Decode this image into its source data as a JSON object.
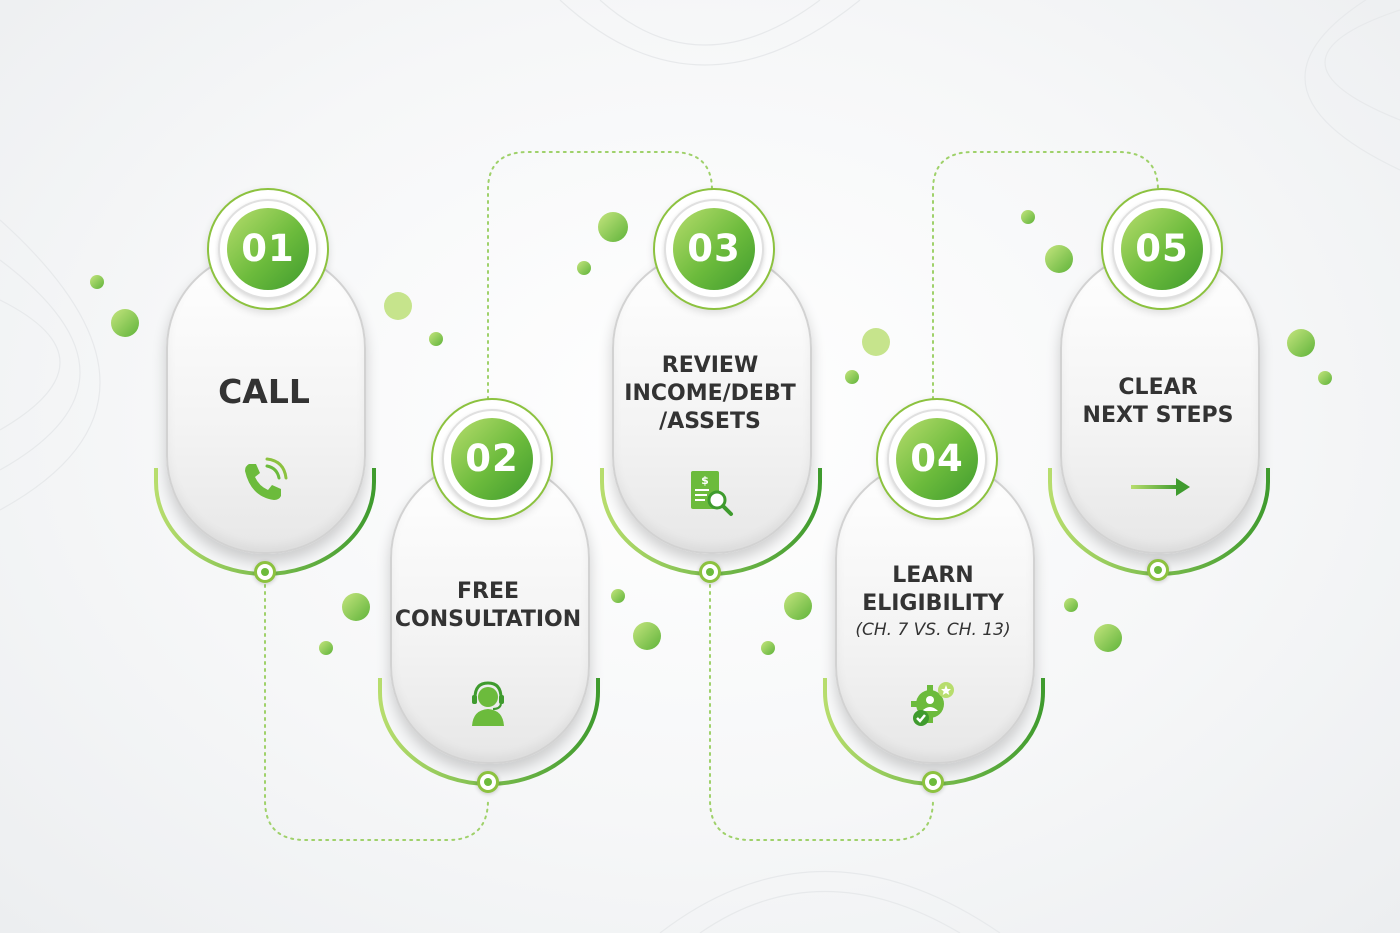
{
  "colors": {
    "accent_light": "#b7dd6d",
    "accent": "#6cbb3c",
    "accent_dark": "#3f9b2e",
    "text": "#333333"
  },
  "steps": [
    {
      "number": "01",
      "title_lines": [
        "CALL"
      ],
      "subtitle": "",
      "icon": "phone-icon"
    },
    {
      "number": "02",
      "title_lines": [
        "FREE",
        "CONSULTATION"
      ],
      "subtitle": "",
      "icon": "headset-agent-icon"
    },
    {
      "number": "03",
      "title_lines": [
        "REVIEW",
        "INCOME/DEBT",
        "/ASSETS"
      ],
      "subtitle": "",
      "icon": "financial-document-search-icon"
    },
    {
      "number": "04",
      "title_lines": [
        "LEARN",
        "ELIGIBILITY"
      ],
      "subtitle": "(CH. 7 VS. CH. 13)",
      "icon": "gear-person-check-icon"
    },
    {
      "number": "05",
      "title_lines": [
        "CLEAR",
        "NEXT STEPS"
      ],
      "subtitle": "",
      "icon": "arrow-right-icon"
    }
  ]
}
